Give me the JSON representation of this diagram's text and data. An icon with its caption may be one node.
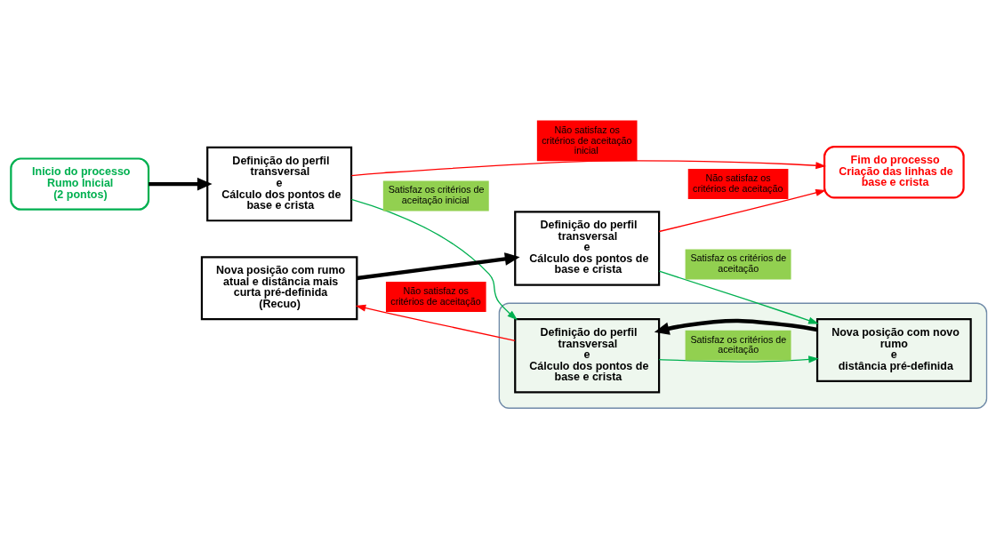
{
  "diagram": {
    "nodes": [
      {
        "text": [
          "Definição do perfil transversal",
          "e",
          "Cálculo dos pontos de base e crista"
        ]
      },
      {
        "text": [
          "Inicio do processo",
          "Rumo Inicial",
          "(2 pontos)"
        ]
      },
      {
        "text": [],
        "shape": "box"
      },
      {
        "text": [
          "Definição do perfil transversal",
          "e",
          "Cálculo dos pontos de base e crista"
        ],
        "in": 2
      },
      {
        "text": [
          "Nova posição com novo rumo",
          "e",
          "distância pré-definida"
        ],
        "in": 2
      },
      {
        "text": [
          "Nova posição com rumo atual e distância mais curta pré-definida",
          "(Recuo)"
        ]
      },
      {
        "text": [
          "Definição do perfil transversal",
          "e",
          "Cálculo dos pontos de base e crista"
        ]
      },
      {
        "text": [
          "Fim do processo",
          "Criação das linhas de base e crista"
        ]
      }
    ],
    "edges": [
      {
        "from": 0,
        "to": 7,
        "arrow": "to",
        "label": "Não satisfaz os critérios de aceitação inicial",
        "color": "#ff0000"
      },
      {
        "from": 3,
        "to": 4,
        "arrow": "to",
        "label": "Satisfaz os critérios de aceitação",
        "color": "#00b050"
      },
      {
        "from": 0,
        "to": 3,
        "arrow": "to",
        "label": "Satisfaz os critérios de aceitação inicial",
        "color": "#00b050"
      },
      {
        "from": 4,
        "to": 3,
        "arrow": "to",
        "style": "thick",
        "color": "#000000"
      },
      {
        "from": 1,
        "to": 0,
        "arrow": "to",
        "style": "thick",
        "color": "#000000"
      },
      {
        "from": 3,
        "to": 5,
        "arrow": "to",
        "label": "Não satisfaz os critérios de aceitação",
        "color": "#ff0000"
      },
      {
        "from": 6,
        "to": 4,
        "arrow": "to",
        "label": "Satisfaz os critérios de aceitação",
        "color": "#00b050"
      },
      {
        "from": 6,
        "to": 7,
        "arrow": "to",
        "label": "Não satisfaz os critérios de aceitação",
        "color": "#ff0000"
      },
      {
        "from": 5,
        "to": 6,
        "arrow": "to",
        "style": "thick",
        "color": "#000000"
      }
    ]
  }
}
